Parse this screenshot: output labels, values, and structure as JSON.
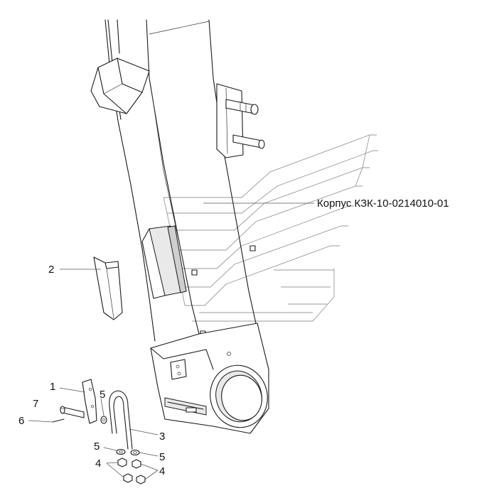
{
  "title": "Корпус КЗК-10-0214010-01",
  "callouts": [
    {
      "id": "label-1",
      "text": "1"
    },
    {
      "id": "label-2",
      "text": "2"
    },
    {
      "id": "label-3",
      "text": "3"
    },
    {
      "id": "label-4-left",
      "text": "4"
    },
    {
      "id": "label-4-right",
      "text": "4"
    },
    {
      "id": "label-5-top",
      "text": "5"
    },
    {
      "id": "label-5-left",
      "text": "5"
    },
    {
      "id": "label-5-right",
      "text": "5"
    },
    {
      "id": "label-6",
      "text": "6"
    },
    {
      "id": "label-7",
      "text": "7"
    }
  ]
}
